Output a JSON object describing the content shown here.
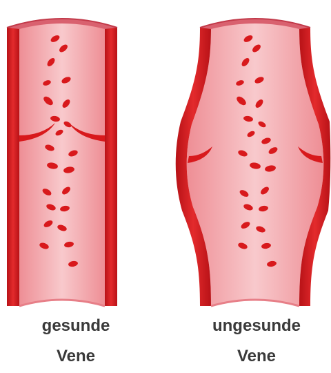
{
  "labels": {
    "healthy": {
      "line1": "gesunde",
      "line2": "Vene"
    },
    "unhealthy": {
      "line1": "ungesunde",
      "line2": "Vene"
    }
  },
  "colors": {
    "wall": "#d8191c",
    "wall_dark": "#b01015",
    "lumen": "#f2a1a6",
    "lumen_center": "#f7c4c7",
    "rim": "#e0707c",
    "blood_cell": "#d8191c",
    "text": "#3a3a3a"
  }
}
